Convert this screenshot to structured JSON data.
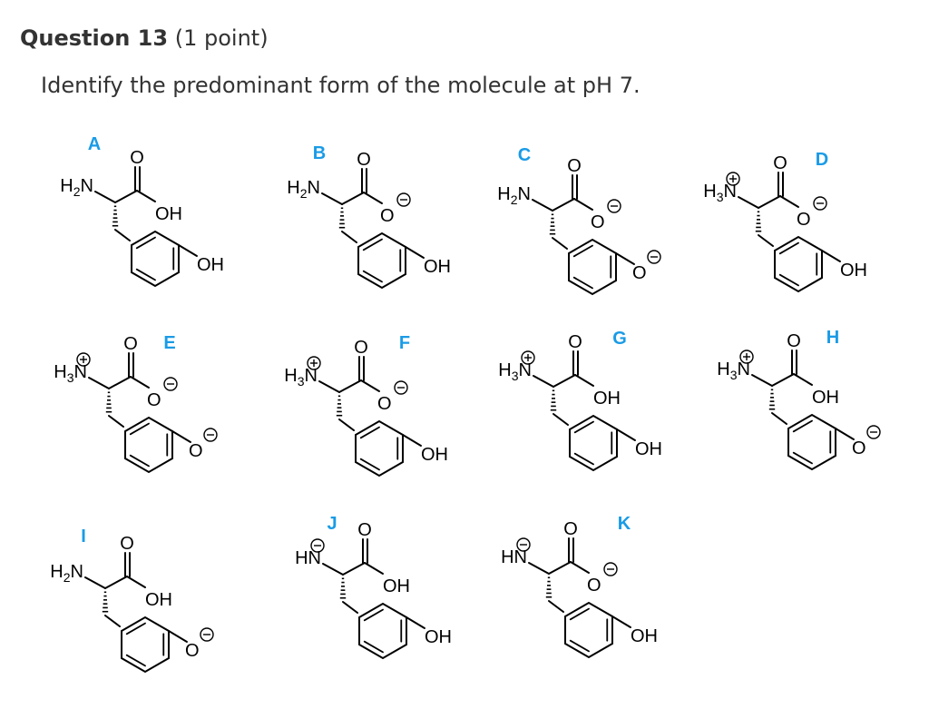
{
  "question": {
    "title": "Question 13",
    "points": "(1 point)",
    "prompt": "Identify the predominant form of the molecule at pH 7."
  },
  "colors": {
    "option_label": "#1a9be6",
    "ink": "#000000",
    "heading": "#333333"
  },
  "options": [
    {
      "label": "A",
      "amine": "H2N",
      "amine_charge": "",
      "acid": "OH",
      "phenol": "OH"
    },
    {
      "label": "B",
      "amine": "H2N",
      "amine_charge": "",
      "acid": "O-",
      "phenol": "OH"
    },
    {
      "label": "C",
      "amine": "H2N",
      "amine_charge": "",
      "acid": "O-",
      "phenol": "O-"
    },
    {
      "label": "D",
      "amine": "H3N",
      "amine_charge": "+",
      "acid": "O-",
      "phenol": "OH"
    },
    {
      "label": "E",
      "amine": "H3N",
      "amine_charge": "+",
      "acid": "O-",
      "phenol": "O-"
    },
    {
      "label": "F",
      "amine": "H3N",
      "amine_charge": "+",
      "acid": "O-",
      "phenol": "OH"
    },
    {
      "label": "G",
      "amine": "H3N",
      "amine_charge": "+",
      "acid": "OH",
      "phenol": "OH"
    },
    {
      "label": "H",
      "amine": "H3N",
      "amine_charge": "+",
      "acid": "OH",
      "phenol": "O-"
    },
    {
      "label": "I",
      "amine": "H2N",
      "amine_charge": "",
      "acid": "OH",
      "phenol": "O-"
    },
    {
      "label": "J",
      "amine": "HN",
      "amine_charge": "-",
      "acid": "OH",
      "phenol": "OH"
    },
    {
      "label": "K",
      "amine": "HN",
      "amine_charge": "-",
      "acid": "O-",
      "phenol": "OH"
    }
  ]
}
